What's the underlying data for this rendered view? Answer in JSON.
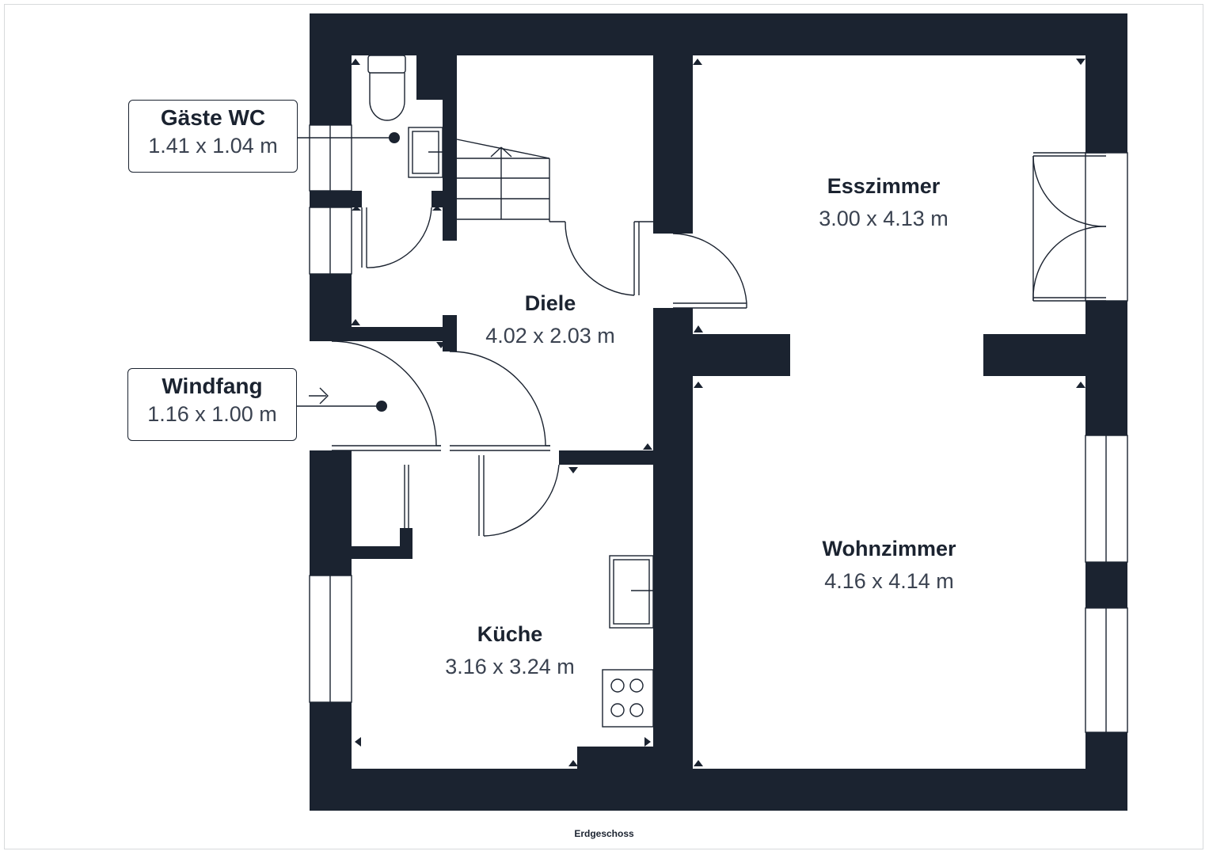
{
  "floor_label": "Erdgeschoss",
  "colors": {
    "wall": "#1b2330",
    "background": "#ffffff"
  },
  "rooms": {
    "esszimmer": {
      "name": "Esszimmer",
      "size": "3.00 x 4.13 m"
    },
    "diele": {
      "name": "Diele",
      "size": "4.02 x 2.03 m"
    },
    "wohnzimmer": {
      "name": "Wohnzimmer",
      "size": "4.16 x 4.14 m"
    },
    "kueche": {
      "name": "Küche",
      "size": "3.16 x 3.24 m"
    }
  },
  "callouts": {
    "gaeste_wc": {
      "name": "Gäste WC",
      "size": "1.41 x 1.04 m"
    },
    "windfang": {
      "name": "Windfang",
      "size": "1.16 x 1.00 m"
    }
  },
  "icons": [
    "toilet-icon",
    "washbasin-icon",
    "staircase-icon",
    "sink-icon",
    "stove-icon",
    "entrance-arrow-icon"
  ]
}
